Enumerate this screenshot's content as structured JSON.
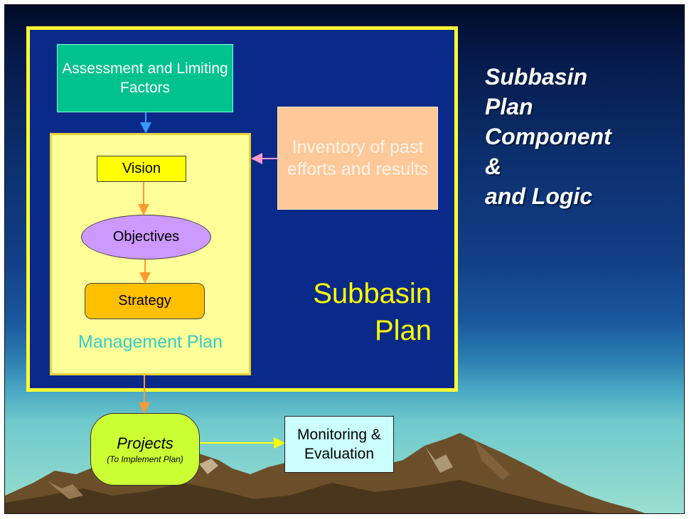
{
  "title": {
    "lines": [
      "Subbasin",
      "Plan",
      "Component",
      "&",
      "and Logic"
    ]
  },
  "nodes": {
    "assessment": "Assessment and Limiting Factors",
    "inventory": "Inventory of past efforts and results",
    "vision": "Vision",
    "objectives": "Objectives",
    "strategy": "Strategy",
    "management_plan": "Management Plan",
    "subbasin_plan": "Subbasin Plan",
    "projects": "Projects",
    "projects_note": "(To Implement Plan)",
    "monitoring": "Monitoring & Evaluation"
  },
  "colors": {
    "frame": "#ffff33",
    "assessment": "#00c28e",
    "inventory": "#ffc898",
    "management": "#ffff99",
    "vision": "#ffff00",
    "objectives": "#cc99ff",
    "strategy": "#ffc000",
    "projects": "#ccff33",
    "monitoring": "#ccffff"
  }
}
